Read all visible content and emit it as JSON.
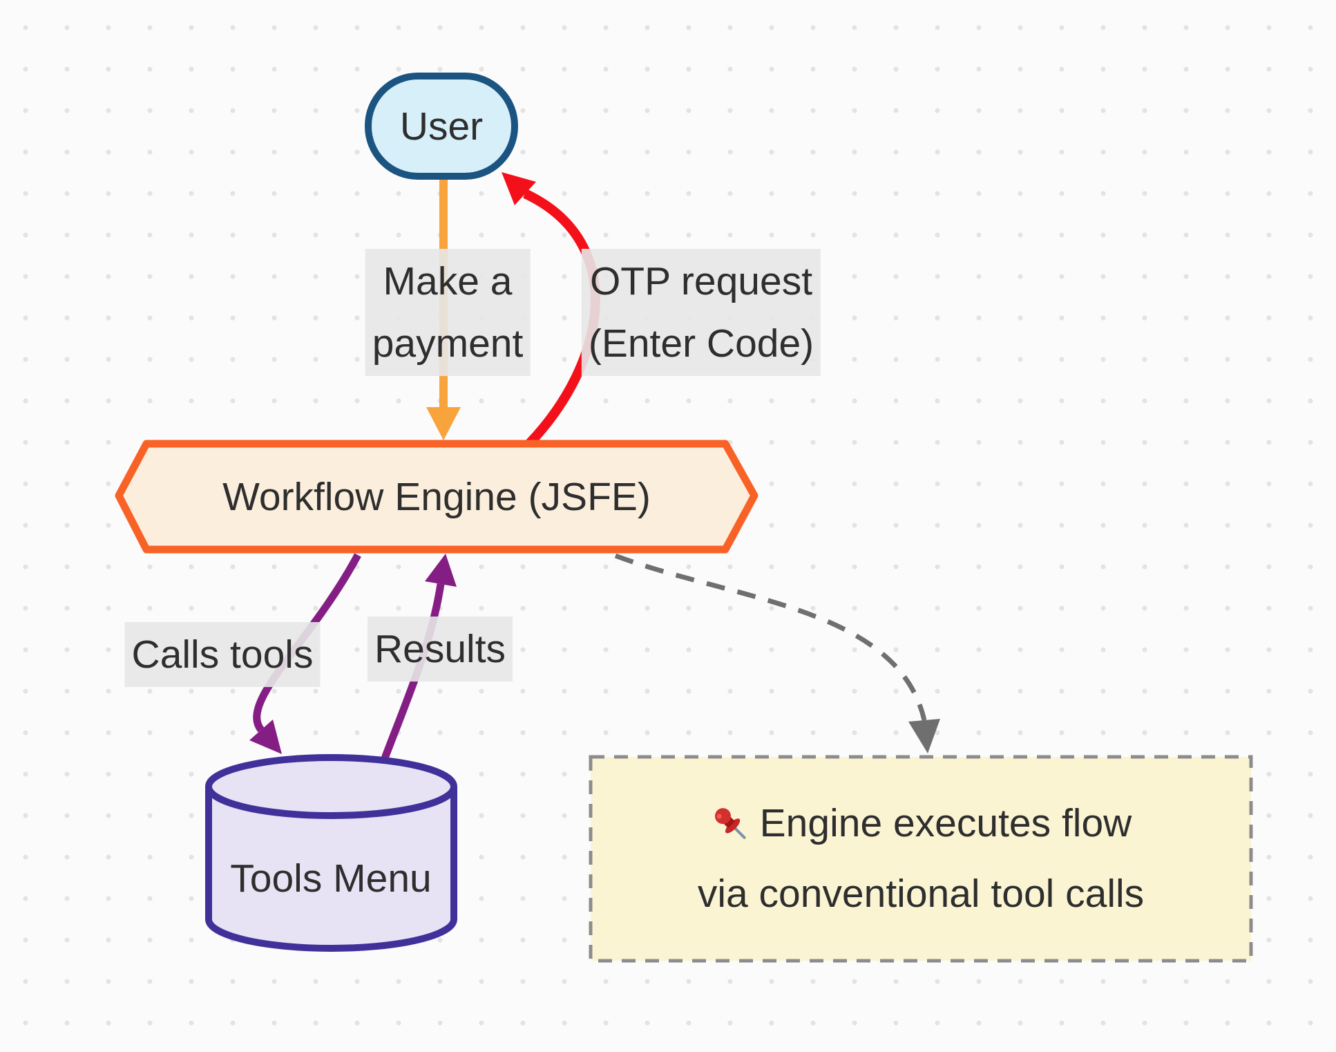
{
  "diagram": {
    "nodes": {
      "user": {
        "label": "User",
        "shape": "stadium",
        "fill": "#d7eff9",
        "stroke": "#1b5480"
      },
      "engine": {
        "label": "Workflow Engine (JSFE)",
        "shape": "hexagon",
        "fill": "#fbeedd",
        "stroke": "#f96226"
      },
      "tools": {
        "label": "Tools Menu",
        "shape": "cylinder",
        "fill": "#e8e3f4",
        "stroke": "#40309a"
      }
    },
    "edges": {
      "make_payment": {
        "line1": "Make a",
        "line2": "payment",
        "color": "#f9a33d",
        "from": "user",
        "to": "engine"
      },
      "otp": {
        "line1": "OTP request",
        "line2": "(Enter Code)",
        "color": "#f3101b",
        "from": "engine",
        "to": "user"
      },
      "calls_tools": {
        "label": "Calls tools",
        "color": "#841e85",
        "from": "engine",
        "to": "tools"
      },
      "results": {
        "label": "Results",
        "color": "#841e85",
        "from": "tools",
        "to": "engine"
      },
      "note_link": {
        "style": "dashed",
        "color": "#6f6f6f",
        "from": "engine",
        "to": "note"
      }
    },
    "note": {
      "icon": "pushpin-icon",
      "line1": "Engine executes flow",
      "line2": "via conventional tool calls",
      "fill": "#fbf4d3",
      "stroke": "#8c8c8c"
    },
    "colors": {
      "background": "#fbfbfb",
      "grid_dot": "#e3e3e3",
      "edge_label_bg": "#e7e7e7",
      "text": "#2e2e2e"
    }
  }
}
